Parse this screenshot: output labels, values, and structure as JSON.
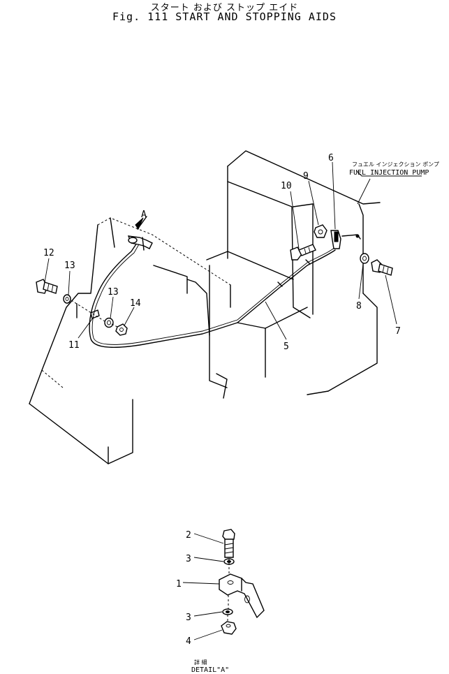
{
  "title": {
    "japanese": "スタート および ストップ エイド",
    "english": "Fig. 111 START AND STOPPING AIDS"
  },
  "labels": {
    "pump_japanese": "フュエル インジェクション ポンプ",
    "pump_english": "FUEL INJECTION PUMP",
    "arrow_a": "A",
    "detail_japanese": "詳 細",
    "detail_english": "DETAIL\"A\""
  },
  "callouts": {
    "main": [
      "12",
      "13",
      "13",
      "14",
      "11",
      "10",
      "9",
      "6",
      "8",
      "7",
      "5"
    ],
    "detail": [
      "2",
      "3",
      "1",
      "3",
      "4"
    ]
  }
}
